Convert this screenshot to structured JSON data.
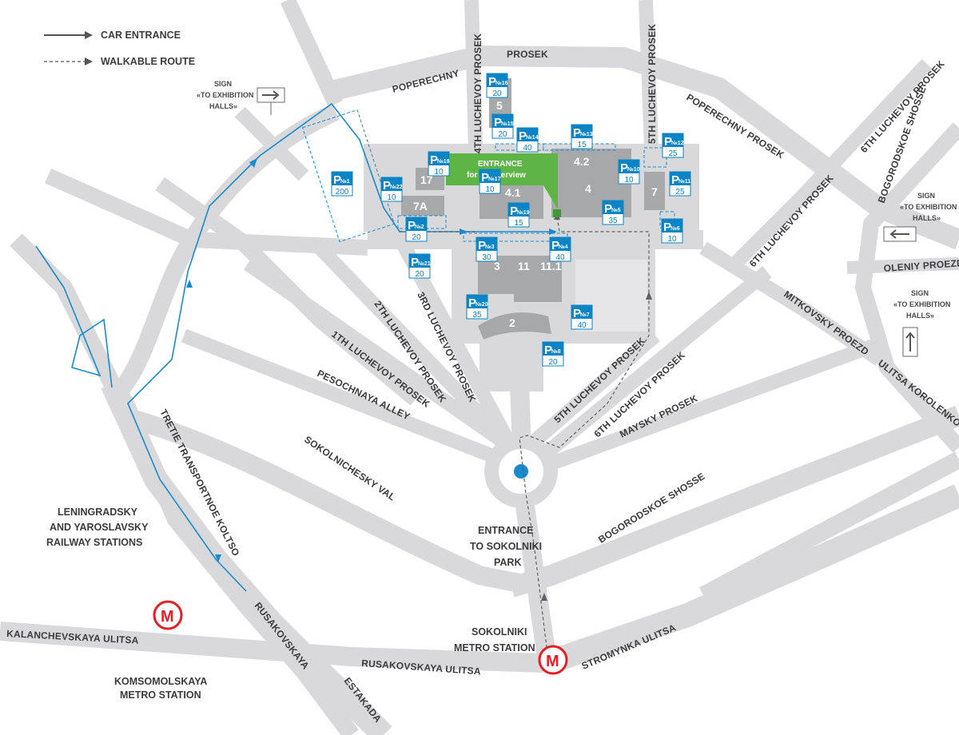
{
  "legend": {
    "car_entrance": "CAR ENTRANCE",
    "walkable_route": "WALKABLE ROUTE"
  },
  "streets": {
    "poperechny_prosek_top": "POPERECHNY",
    "prosek_top": "PROSEK",
    "poperechny_prosek_right": "POPERECHNY PROSEK",
    "luchevoy_4": "4TH LUCHEVOY PROSEK",
    "luchevoy_5_top": "5TH LUCHEVOY PROSEK",
    "luchevoy_6_top": "6TH LUCHEVOY PROSEK",
    "luchevoy_6_mid": "6TH LUCHEVOY PROSEK",
    "bogorodskoe_top": "BOGORODSKOE SHOSSE",
    "bogorodskoe_bottom": "BOGORODSKOE SHOSSE",
    "oleniy": "OLENIY PROEZD",
    "mitkovsky": "MITKOVSKY PROEZD",
    "korolenko": "ULITSA KOROLENKO",
    "maysky": "MAYSKY PROSEK",
    "luchevoy_5_bottom": "5TH LUCHEVOY PROSEK",
    "luchevoy_6_bottom": "6TH LUCHEVOY PROSEK",
    "luchevoy_1": "1TH LUCHEVOY PROSEK",
    "luchevoy_2": "2TH LUCHEVOY PROSEK",
    "luchevoy_3": "3RD LUCHEVOY PROSEK",
    "pesochnaya": "PESOCHNAYA ALLEY",
    "sokolnichesky": "SOKOLNICHESKY VAL",
    "tretie": "TRETIE TRANSPORTNOE KOLTSO",
    "rusakovskaya_estakada_1": "RUSAKOVSKAYA",
    "rusakovskaya_estakada_2": "ESTAKADA",
    "kalanchevskaya": "KALANCHEVSKAYA ULITSA",
    "rusakovskaya_ulitsa": "RUSAKOVSKAYA ULITSA",
    "stromynka": "STROMYNKA ULITSA"
  },
  "places": {
    "railway_1": "LENINGRADSKY",
    "railway_2": "AND YAROSLAVSKY",
    "railway_3": "RAILWAY STATIONS",
    "park_1": "ENTRANCE",
    "park_2": "TO SOKOLNIKI",
    "park_3": "PARK",
    "sokolniki_1": "SOKOLNIKI",
    "sokolniki_2": "METRO STATION",
    "komsomolskaya_1": "KOMSOMOLSKAYA",
    "komsomolskaya_2": "METRO STATION"
  },
  "signs": {
    "left": [
      "SIGN",
      "«TO EXHIBITION",
      "HALLS»"
    ],
    "right_top": [
      "SIGN",
      "«TO EXHIBITION",
      "HALLS»"
    ],
    "right_bottom": [
      "SIGN",
      "«TO EXHIBITION",
      "HALLS»"
    ]
  },
  "entrance_callout": {
    "title": "ENTRANCE",
    "subtitle": "for an interview",
    "color": "#5fb446"
  },
  "buildings": [
    "5",
    "17",
    "7A",
    "4.1",
    "4.2",
    "4",
    "7",
    "3",
    "11",
    "11.1",
    "2"
  ],
  "parking": [
    {
      "num": "№1",
      "cap": "200"
    },
    {
      "num": "№2",
      "cap": "20"
    },
    {
      "num": "№3",
      "cap": "30"
    },
    {
      "num": "№4",
      "cap": "40"
    },
    {
      "num": "№5",
      "cap": "35"
    },
    {
      "num": "№6",
      "cap": "10"
    },
    {
      "num": "№7",
      "cap": "40"
    },
    {
      "num": "№8",
      "cap": "20"
    },
    {
      "num": "№10",
      "cap": "10"
    },
    {
      "num": "№11",
      "cap": "25"
    },
    {
      "num": "№12",
      "cap": "25"
    },
    {
      "num": "№13",
      "cap": "15"
    },
    {
      "num": "№14",
      "cap": "40"
    },
    {
      "num": "№15",
      "cap": "20"
    },
    {
      "num": "№16",
      "cap": "20"
    },
    {
      "num": "№17",
      "cap": "10"
    },
    {
      "num": "№18",
      "cap": "10"
    },
    {
      "num": "№19",
      "cap": "15"
    },
    {
      "num": "№20",
      "cap": "35"
    },
    {
      "num": "№21",
      "cap": "20"
    },
    {
      "num": "№22",
      "cap": "10"
    }
  ],
  "parking_letter": "P",
  "metro_letter": "M",
  "colors": {
    "road": "#d9d9db",
    "building": "#a7a8aa",
    "parking": "#0b84c5",
    "car_route": "#1a8ad0",
    "metro": "#e31e24",
    "text": "#3c3c3e"
  }
}
